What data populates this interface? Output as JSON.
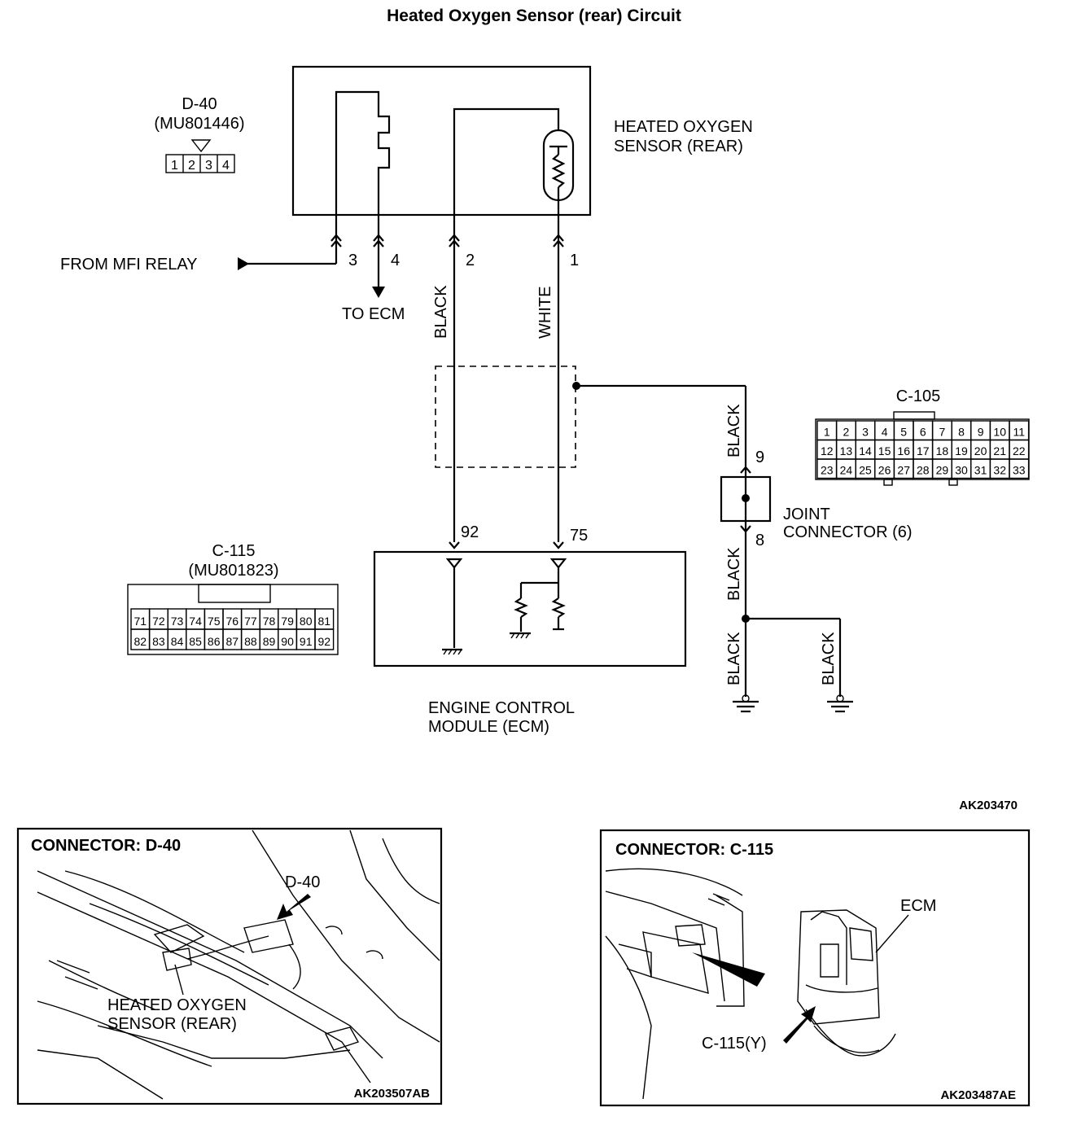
{
  "title": "Heated Oxygen Sensor (rear) Circuit",
  "figure_code": "AK203470",
  "d40": {
    "id": "D-40",
    "part": "(MU801446)",
    "pins": [
      "1",
      "2",
      "3",
      "4"
    ]
  },
  "sensor": {
    "line1": "HEATED OXYGEN",
    "line2": "SENSOR (REAR)"
  },
  "from_mfi": "FROM MFI RELAY",
  "to_ecm": "TO ECM",
  "pins": {
    "p1": "1",
    "p2": "2",
    "p3": "3",
    "p4": "4",
    "p92": "92",
    "p75": "75",
    "p9": "9",
    "p8": "8"
  },
  "wires": {
    "black": "BLACK",
    "white": "WHITE"
  },
  "c105": {
    "id": "C-105",
    "rows": [
      [
        "1",
        "2",
        "3",
        "4",
        "5",
        "6",
        "7",
        "8",
        "9",
        "10",
        "11"
      ],
      [
        "12",
        "13",
        "14",
        "15",
        "16",
        "17",
        "18",
        "19",
        "20",
        "21",
        "22"
      ],
      [
        "23",
        "24",
        "25",
        "26",
        "27",
        "28",
        "29",
        "30",
        "31",
        "32",
        "33"
      ]
    ]
  },
  "joint": {
    "line1": "JOINT",
    "line2": "CONNECTOR (6)"
  },
  "c115": {
    "id": "C-115",
    "part": "(MU801823)",
    "rows": [
      [
        "71",
        "72",
        "73",
        "74",
        "75",
        "76",
        "77",
        "78",
        "79",
        "80",
        "81"
      ],
      [
        "82",
        "83",
        "84",
        "85",
        "86",
        "87",
        "88",
        "89",
        "90",
        "91",
        "92"
      ]
    ]
  },
  "ecm": {
    "line1": "ENGINE CONTROL",
    "line2": "MODULE (ECM)"
  },
  "panel_left": {
    "title": "CONNECTOR: D-40",
    "callout": "D-40",
    "sensor_line1": "HEATED OXYGEN",
    "sensor_line2": "SENSOR (REAR)",
    "code": "AK203507AB"
  },
  "panel_right": {
    "title": "CONNECTOR: C-115",
    "ecm": "ECM",
    "callout": "C-115(Y)",
    "code": "AK203487AE"
  }
}
